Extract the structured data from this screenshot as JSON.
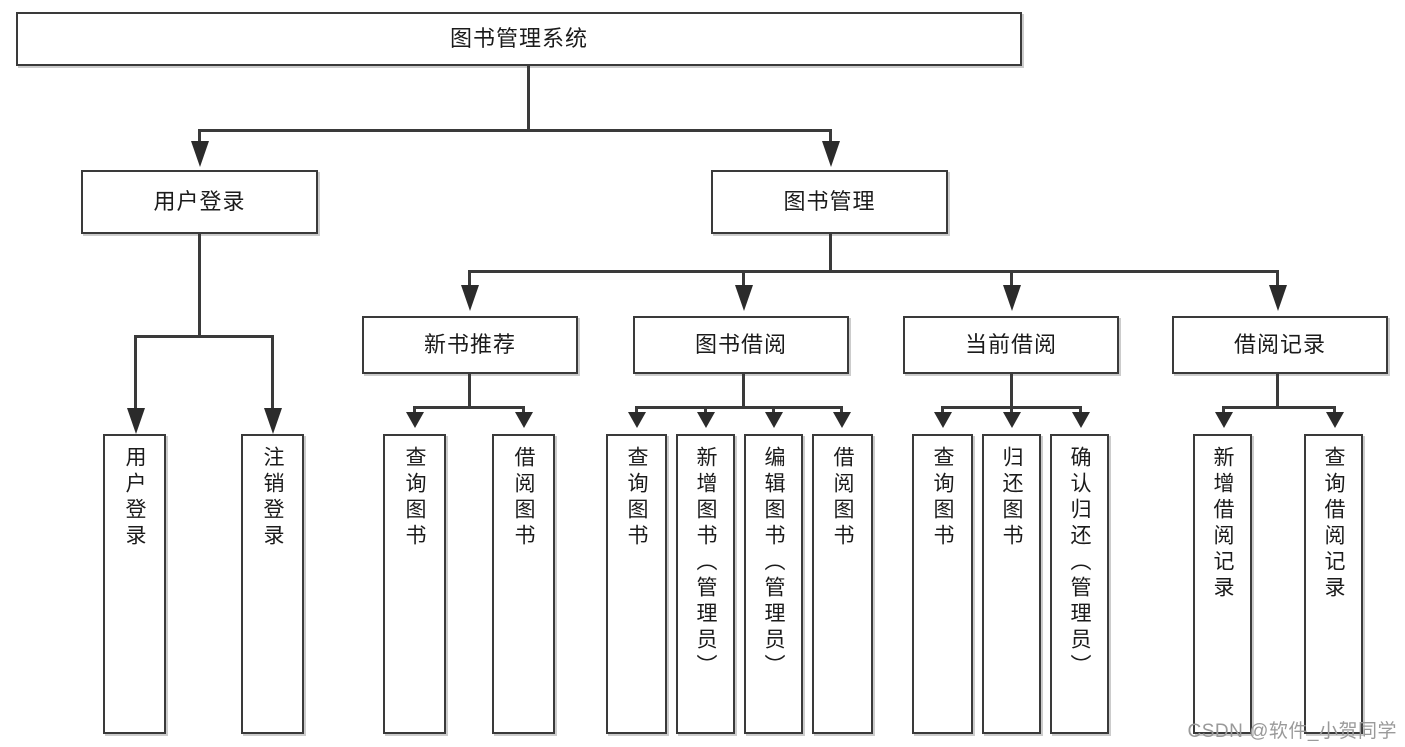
{
  "diagram": {
    "title": "图书管理系统",
    "root": {
      "label": "图书管理系统"
    },
    "level2": [
      {
        "label": "用户登录"
      },
      {
        "label": "图书管理"
      }
    ],
    "level3": [
      {
        "label": "新书推荐"
      },
      {
        "label": "图书借阅"
      },
      {
        "label": "当前借阅"
      },
      {
        "label": "借阅记录"
      }
    ],
    "leaves": {
      "user_login": [
        {
          "label": "用户登录"
        },
        {
          "label": "注销登录"
        }
      ],
      "new_book_recommend": [
        {
          "label": "查询图书"
        },
        {
          "label": "借阅图书"
        }
      ],
      "book_borrow": [
        {
          "label": "查询图书"
        },
        {
          "label": "新增图书（管理员）"
        },
        {
          "label": "编辑图书（管理员）"
        },
        {
          "label": "借阅图书"
        }
      ],
      "current_borrow": [
        {
          "label": "查询图书"
        },
        {
          "label": "归还图书"
        },
        {
          "label": "确认归还（管理员）"
        }
      ],
      "borrow_record": [
        {
          "label": "新增借阅记录"
        },
        {
          "label": "查询借阅记录"
        }
      ]
    }
  },
  "watermark": {
    "text": "CSDN @软件_小贺同学"
  },
  "colors": {
    "stroke": "#3a3a3a",
    "text": "#1b1b1b",
    "background": "#ffffff",
    "watermark": "#9a9a9a"
  }
}
